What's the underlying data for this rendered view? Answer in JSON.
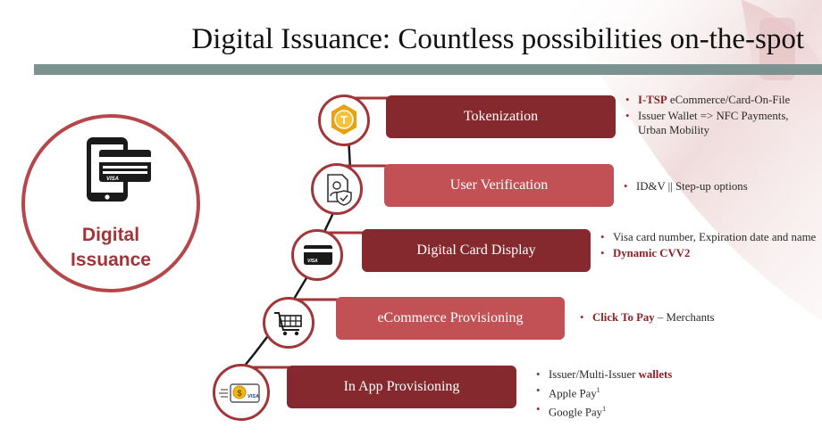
{
  "title": "Digital Issuance: Countless possibilities on-the-spot",
  "hero": {
    "label_line1": "Digital",
    "label_line2": "Issuance",
    "card_text": "VISA"
  },
  "steps": [
    {
      "label": "Tokenization",
      "icon": "token-icon",
      "icon_letter": "T",
      "bullets": [
        {
          "bold": "I-TSP",
          "text": " eCommerce/Card-On-File"
        },
        {
          "bold": "",
          "text": "Issuer Wallet => NFC Payments, Urban Mobility"
        }
      ]
    },
    {
      "label": "User Verification",
      "icon": "id-verification-icon",
      "bullets": [
        {
          "bold": "",
          "text": "ID&V || Step-up options"
        }
      ]
    },
    {
      "label": "Digital Card Display",
      "icon": "card-icon",
      "icon_card_text": "VISA",
      "bullets": [
        {
          "bold": "",
          "text": "Visa card number, Expiration date and name"
        },
        {
          "bold": "Dynamic CVV2",
          "text": ""
        }
      ]
    },
    {
      "label": "eCommerce Provisioning",
      "icon": "shopping-cart-icon",
      "bullets": [
        {
          "bold": "Click To Pay",
          "text": " – Merchants"
        }
      ]
    },
    {
      "label": "In App Provisioning",
      "icon": "card-coin-icon",
      "icon_card_text": "VISA",
      "icon_coin": "$",
      "bullets": [
        {
          "pre": "Issuer/Multi-Issuer ",
          "bold": "wallets",
          "text": ""
        },
        {
          "text": "Apple Pay",
          "sup": "1"
        },
        {
          "text": "Google Pay",
          "sup": "1"
        }
      ]
    }
  ],
  "colors": {
    "dark": "#86292e",
    "light": "#c15154",
    "bar": "#7b9290",
    "accent": "#a23538"
  }
}
